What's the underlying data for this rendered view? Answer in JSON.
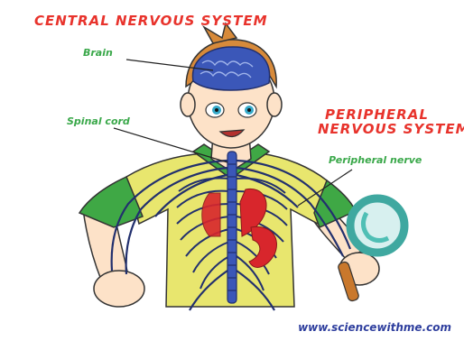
{
  "titles": {
    "central": "CENTRAL NERVOUS SYSTEM",
    "peripheral_line1": "PERIPHERAL",
    "peripheral_line2": "NERVOUS SYSTEM"
  },
  "labels": {
    "brain": "Brain",
    "spinal_cord": "Spinal cord",
    "peripheral_nerve": "Peripheral nerve"
  },
  "credit": "www.sciencewithme.com",
  "colors": {
    "title_red": "#e8332c",
    "label_green": "#3aa84a",
    "credit_blue": "#2f3f9e",
    "brain_blue": "#3b57b8",
    "nerve_navy": "#22306e",
    "shirt_yellow": "#e8e66e",
    "sleeve_green": "#3fa845",
    "skin": "#fde2c8",
    "hair": "#d78a3a",
    "organ_red": "#d8262c"
  },
  "icons": [
    "magnifying-glass-icon"
  ]
}
